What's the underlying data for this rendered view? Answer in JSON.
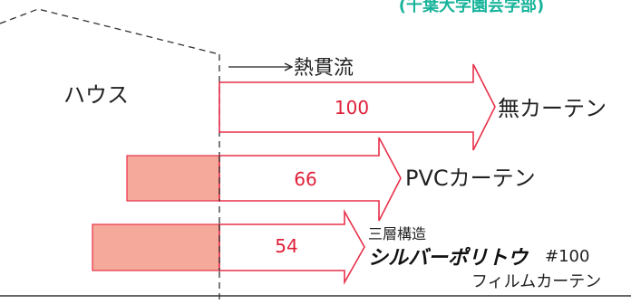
{
  "source_credit": "(千葉大学園芸学部)",
  "legend": {
    "label": "熱貫流"
  },
  "house_label": "ハウス",
  "bars": [
    {
      "value_label": "100",
      "value": 100,
      "name": "無カーテン"
    },
    {
      "value_label": "66",
      "value": 66,
      "name": "PVCカーテン"
    },
    {
      "value_label": "54",
      "value": 54,
      "name_line1": "三層構造",
      "brand": "シルバーポリトウ",
      "model": "#100",
      "name_line3": "フィルムカーテン"
    }
  ],
  "colors": {
    "arrow_outline": "#e8304a",
    "value_text": "#e0203a",
    "fill": "#f5a99a",
    "line": "#333333",
    "credit": "#17b39a",
    "text": "#222222"
  }
}
